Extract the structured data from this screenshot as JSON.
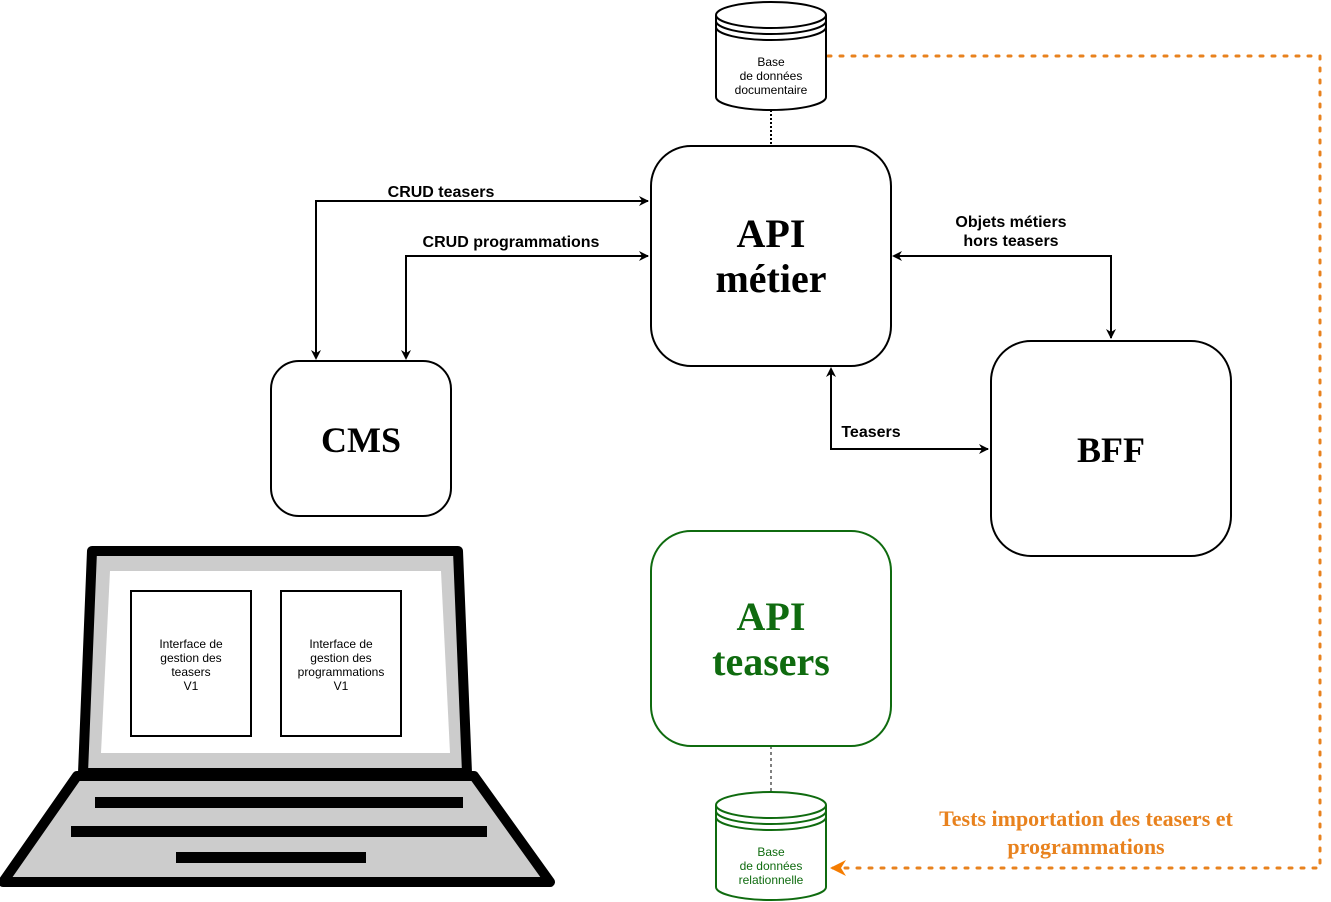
{
  "colors": {
    "stroke": "#000000",
    "green": "#0f6b0f",
    "orange": "#e8821e",
    "laptop_gray": "#cccccc"
  },
  "nodes": {
    "api_metier": {
      "lines": [
        "API",
        "métier"
      ]
    },
    "cms": {
      "label": "CMS"
    },
    "bff": {
      "label": "BFF"
    },
    "api_teasers": {
      "lines": [
        "API",
        "teasers"
      ]
    },
    "db_documentaire": {
      "lines": [
        "Base",
        "de données",
        "documentaire"
      ]
    },
    "db_relationnelle": {
      "lines": [
        "Base",
        "de données",
        "relationnelle"
      ]
    }
  },
  "edges": {
    "crud_teasers": "CRUD teasers",
    "crud_programmations": "CRUD programmations",
    "objets_metiers": [
      "Objets métiers",
      "hors teasers"
    ],
    "teasers": "Teasers",
    "tests_import": [
      "Tests importation des teasers et",
      "programmations"
    ]
  },
  "laptop": {
    "panels": [
      {
        "lines": [
          "Interface de",
          "gestion des",
          "teasers",
          "V1"
        ]
      },
      {
        "lines": [
          "Interface de",
          "gestion des",
          "programmations",
          "V1"
        ]
      }
    ]
  }
}
